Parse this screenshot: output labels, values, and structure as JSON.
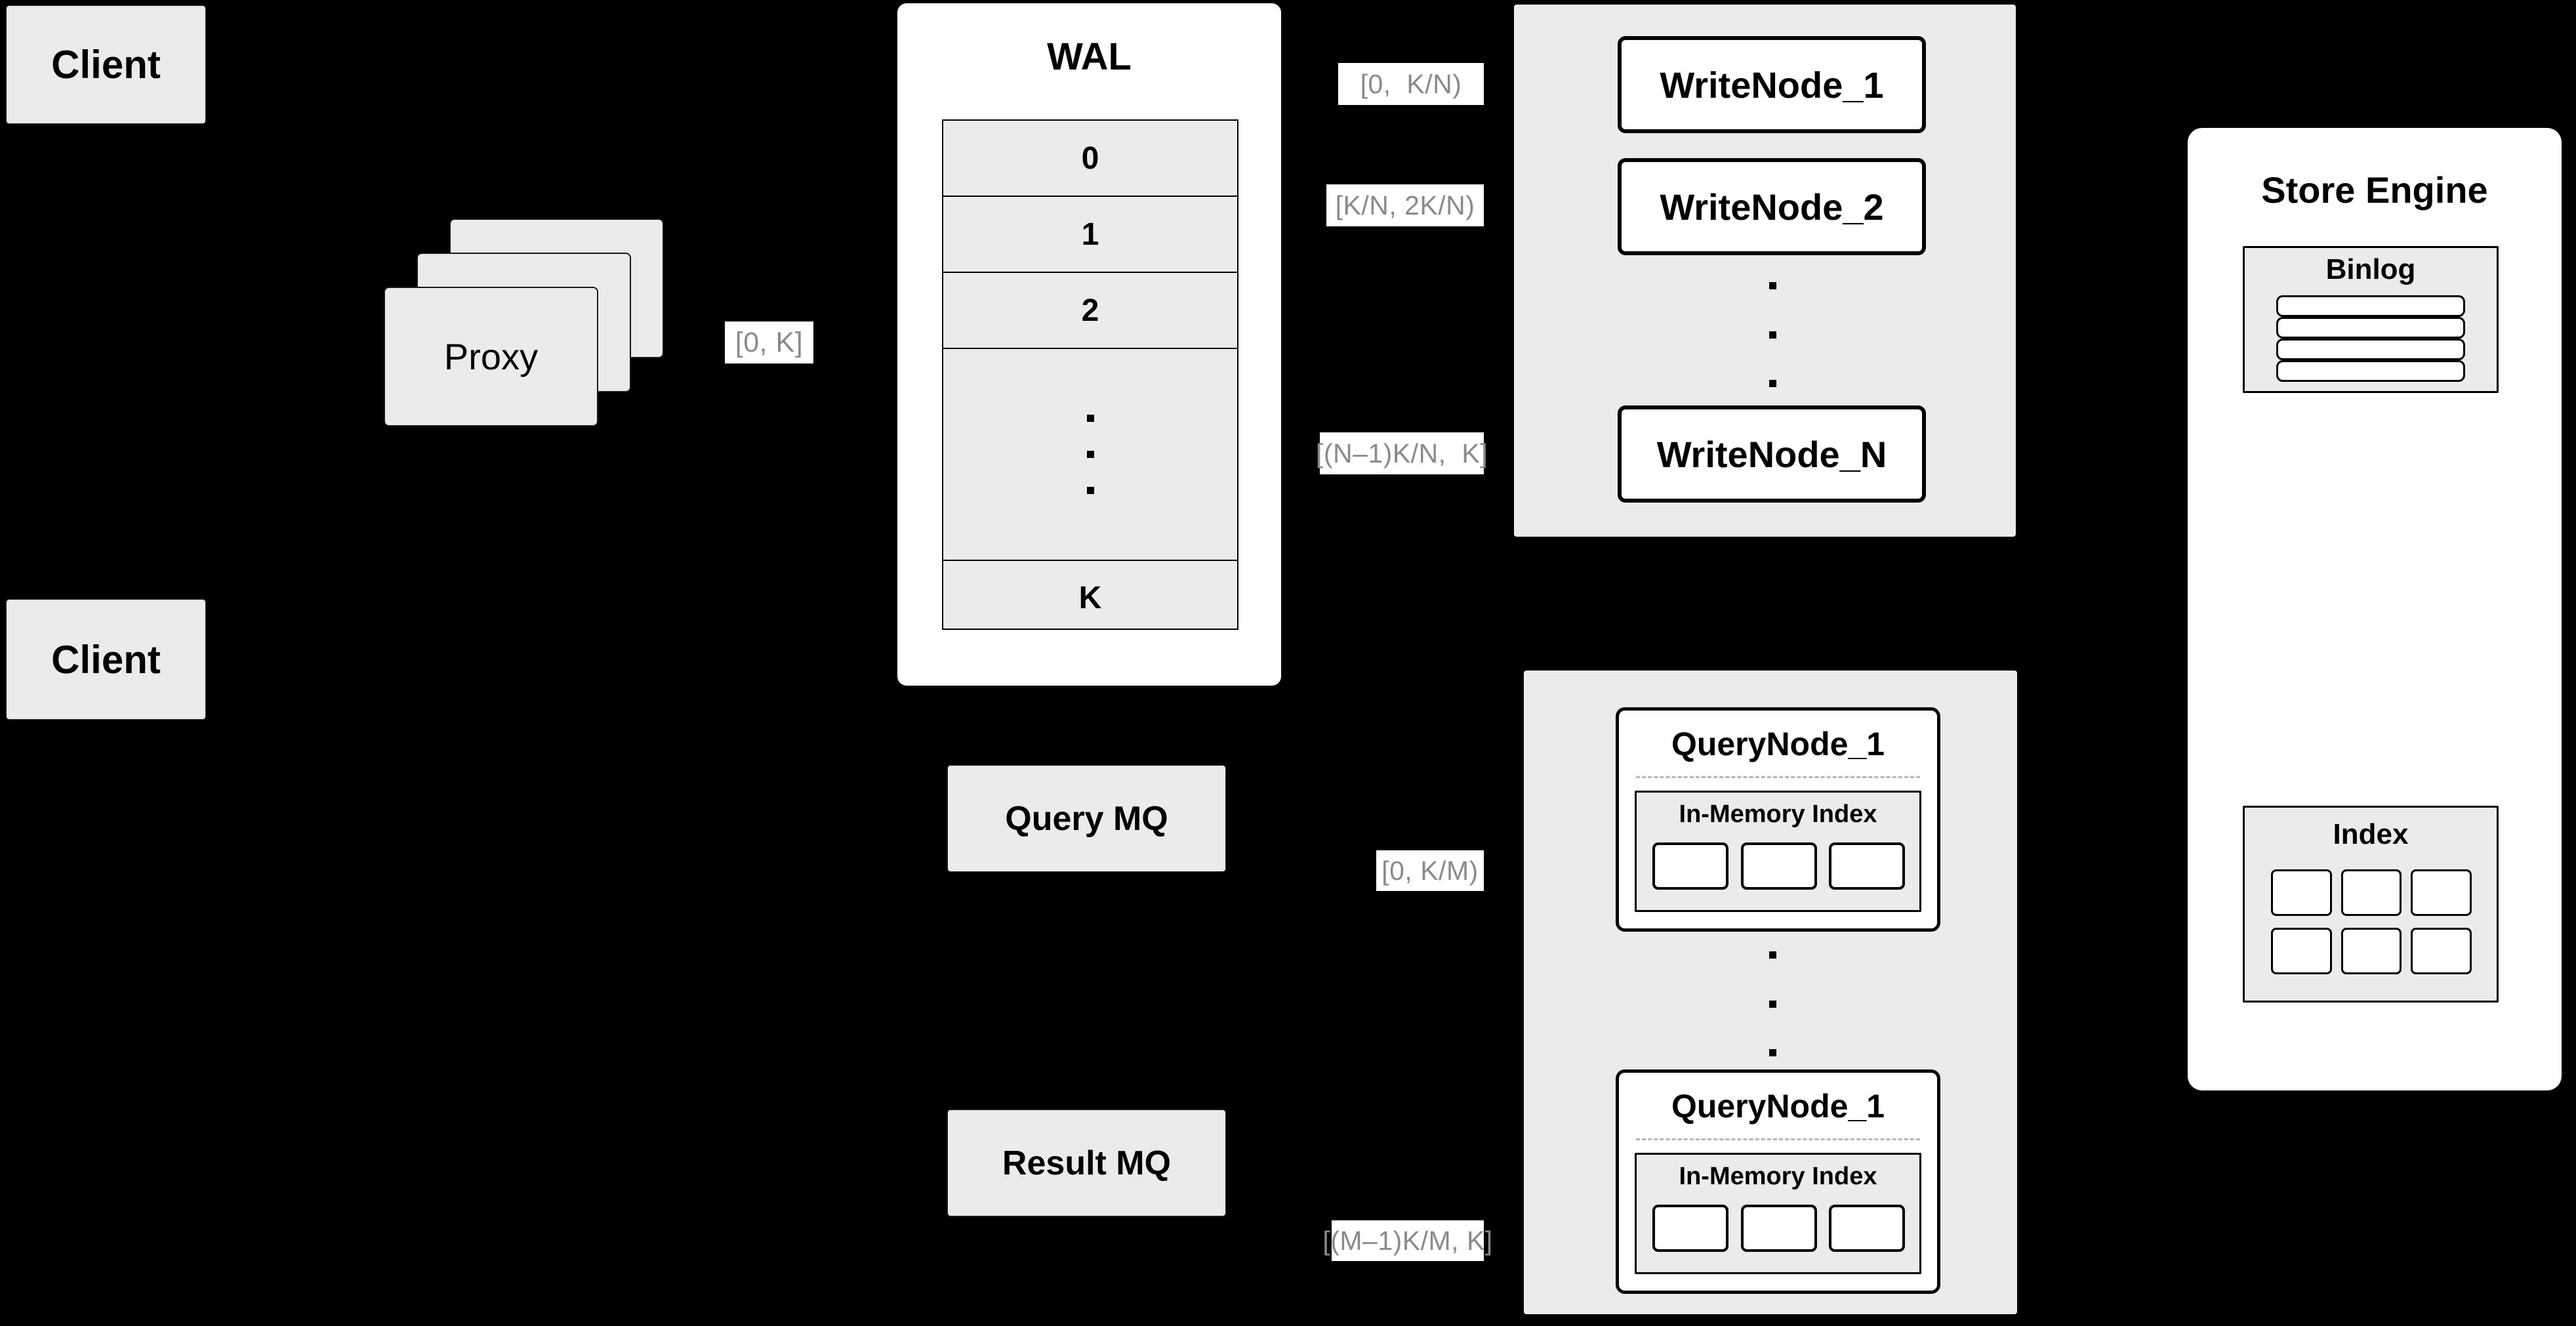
{
  "diagram": {
    "title": "Distributed Vector Database Architecture",
    "colors": {
      "background": "#000000",
      "box_fill": "#ebebeb",
      "card_fill": "#ffffff",
      "stroke": "#000000",
      "label_text": "#8a8a8a",
      "label_fill": "#ffffff",
      "dashed_separator": "#b5b5b5"
    }
  },
  "clients": [
    {
      "label": "Client"
    },
    {
      "label": "Client"
    }
  ],
  "proxy": {
    "label": "Proxy",
    "stack_count": 3
  },
  "wal": {
    "title": "WAL",
    "rows": [
      "0",
      "1",
      "2",
      "⋮",
      "K"
    ],
    "ellipsis_row_index": 3,
    "ellipsis_dots": 3
  },
  "edge_labels": {
    "proxy_to_wal": "[0, K]",
    "write_node_1": "[0,  K/N)",
    "write_node_2": "[K/N, 2K/N)",
    "write_node_n": "[(N–1)K/N,  K]",
    "query_node_1": "[0, K/M)",
    "query_node_m": "[(M–1)K/M, K]"
  },
  "write_group": {
    "nodes": [
      {
        "label": "WriteNode_1"
      },
      {
        "label": "WriteNode_2"
      },
      {
        "label": "WriteNode_N"
      }
    ],
    "ellipsis_dots": 3
  },
  "query_group": {
    "nodes": [
      {
        "label": "QueryNode_1",
        "index_title": "In-Memory Index",
        "chips": 3
      },
      {
        "label": "QueryNode_1",
        "index_title": "In-Memory Index",
        "chips": 3
      }
    ],
    "ellipsis_dots": 3
  },
  "message_queues": [
    {
      "label": "Query MQ"
    },
    {
      "label": "Result MQ"
    }
  ],
  "store_engine": {
    "title": "Store Engine",
    "panels": [
      {
        "title": "Binlog",
        "bars": 4
      },
      {
        "title": "Index",
        "chips": 6
      }
    ]
  }
}
